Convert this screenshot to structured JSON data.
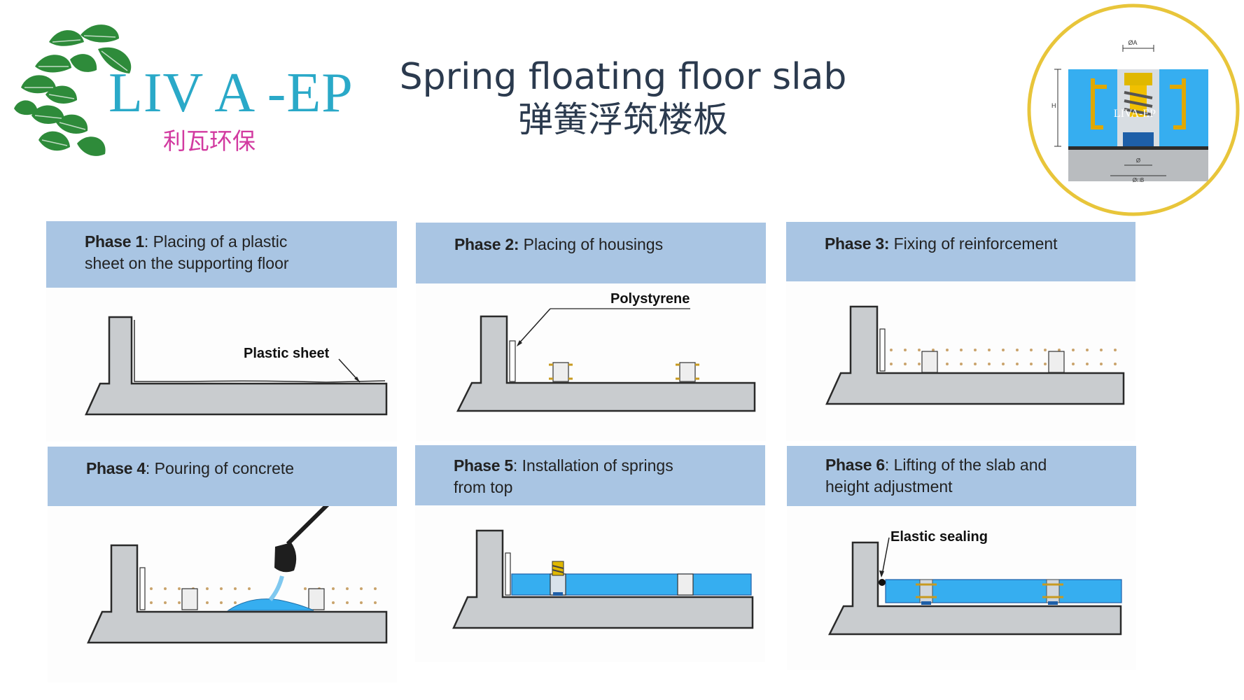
{
  "logo": {
    "brand": "LIV A -EP",
    "chinese": "利瓦环保"
  },
  "title": {
    "english": "Spring floating floor slab",
    "chinese": "弹簧浮筑楼板"
  },
  "badge": {
    "watermark": "LIVA-EP",
    "label_top": "ØA",
    "label_side": "H",
    "label_bottom_1": "Ø",
    "label_bottom_2": "Ø□B"
  },
  "phases": [
    {
      "bold": "Phase 1",
      "text": ": Placing of a plastic",
      "text2": "sheet on the supporting floor",
      "callout": "Plastic sheet"
    },
    {
      "bold": "Phase 2:",
      "text": " Placing of housings",
      "text2": "",
      "callout": "Polystyrene"
    },
    {
      "bold": "Phase 3:",
      "text": " Fixing of reinforcement",
      "text2": "",
      "callout": ""
    },
    {
      "bold": "Phase 4",
      "text": ": Pouring of concrete",
      "text2": "",
      "callout": ""
    },
    {
      "bold": "Phase 5",
      "text": ": Installation of springs",
      "text2": "from top",
      "callout": ""
    },
    {
      "bold": "Phase 6",
      "text": ": Lifting of the slab and",
      "text2": "height adjustment",
      "callout": "Elastic sealing"
    }
  ],
  "colors": {
    "header": "#a9c5e3",
    "concrete": "#c9cccf",
    "slab": "#36aef0",
    "title": "#2b3a4e",
    "logo_green": "#2e8b3a",
    "logo_blue": "#2aa9c8",
    "logo_pink": "#d23aa0",
    "badge_ring": "#e8c53a"
  }
}
